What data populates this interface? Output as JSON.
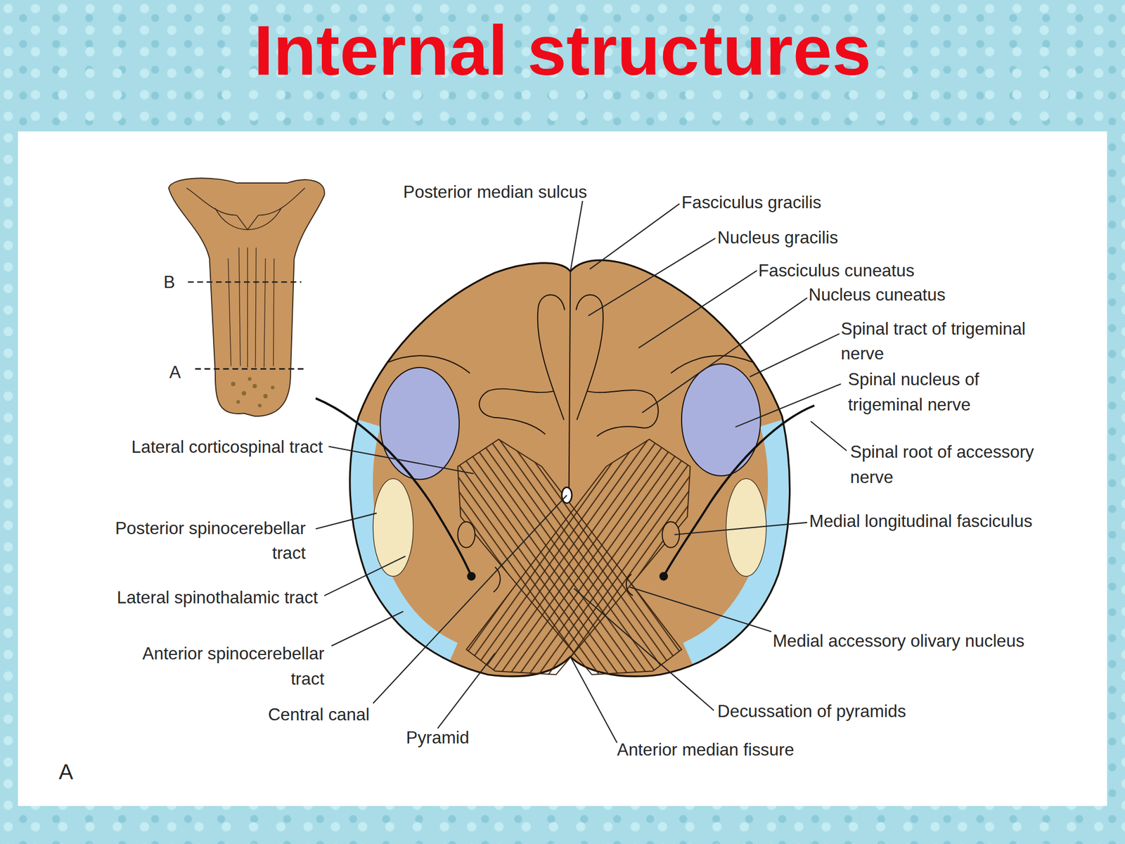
{
  "diagram": {
    "title": "Internal structures",
    "labels": [
      "Posterior median sulcus",
      "Fasciculus gracilis",
      "Nucleus gracilis",
      "Fasciculus cuneatus",
      "Nucleus cuneatus",
      "Spinal tract of trigeminal nerve",
      "Spinal nucleus of trigeminal nerve",
      "Spinal root of accessory nerve",
      "Lateral corticospinal tract",
      "Medial longitudinal fasciculus",
      "Posterior spinocerebellar tract",
      "Lateral spinothalamic tract",
      "Medial accessory olivary nucleus",
      "Anterior spinocerebellar tract",
      "Decussation of pyramids",
      "Central canal",
      "Pyramid",
      "Anterior median fissure",
      "B",
      "A",
      "A"
    ]
  }
}
